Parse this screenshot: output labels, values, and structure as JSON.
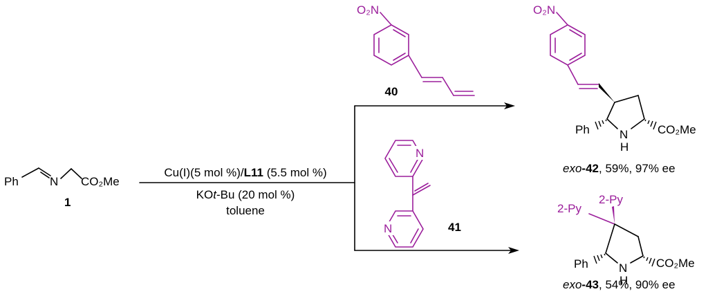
{
  "colors": {
    "bond": "#000000",
    "accent": "#9b1e9b"
  },
  "reactant": {
    "ph": "Ph",
    "n": "N",
    "ester": "CO₂Me",
    "number": "1"
  },
  "conditions": {
    "catalyst_prefix": "Cu(I)(5 mol %)/",
    "ligand": "L11",
    "ligand_loading": " (5.5 mol %)",
    "base_prefix": "KO",
    "base_italic": "t",
    "base_suffix": "-Bu (20 mol %)",
    "solvent": "toluene"
  },
  "reagent_40": {
    "no2": "O₂N",
    "number": "40"
  },
  "reagent_41": {
    "n_top": "N",
    "n_bottom": "N",
    "number": "41"
  },
  "product_42": {
    "no2": "O₂N",
    "ph": "Ph",
    "nh_n": "N",
    "nh_h": "H",
    "ester": "CO₂Me",
    "label_prefix": "exo",
    "label_number": "-42",
    "label_suffix": ", 59%, 97% ee"
  },
  "product_43": {
    "py_left": "2-Py",
    "py_top": "2-Py",
    "ph": "Ph",
    "nh_n": "N",
    "nh_h": "H",
    "ester": "CO₂Me",
    "label_prefix": "exo",
    "label_number": "-43",
    "label_suffix": ", 54%, 90% ee"
  }
}
